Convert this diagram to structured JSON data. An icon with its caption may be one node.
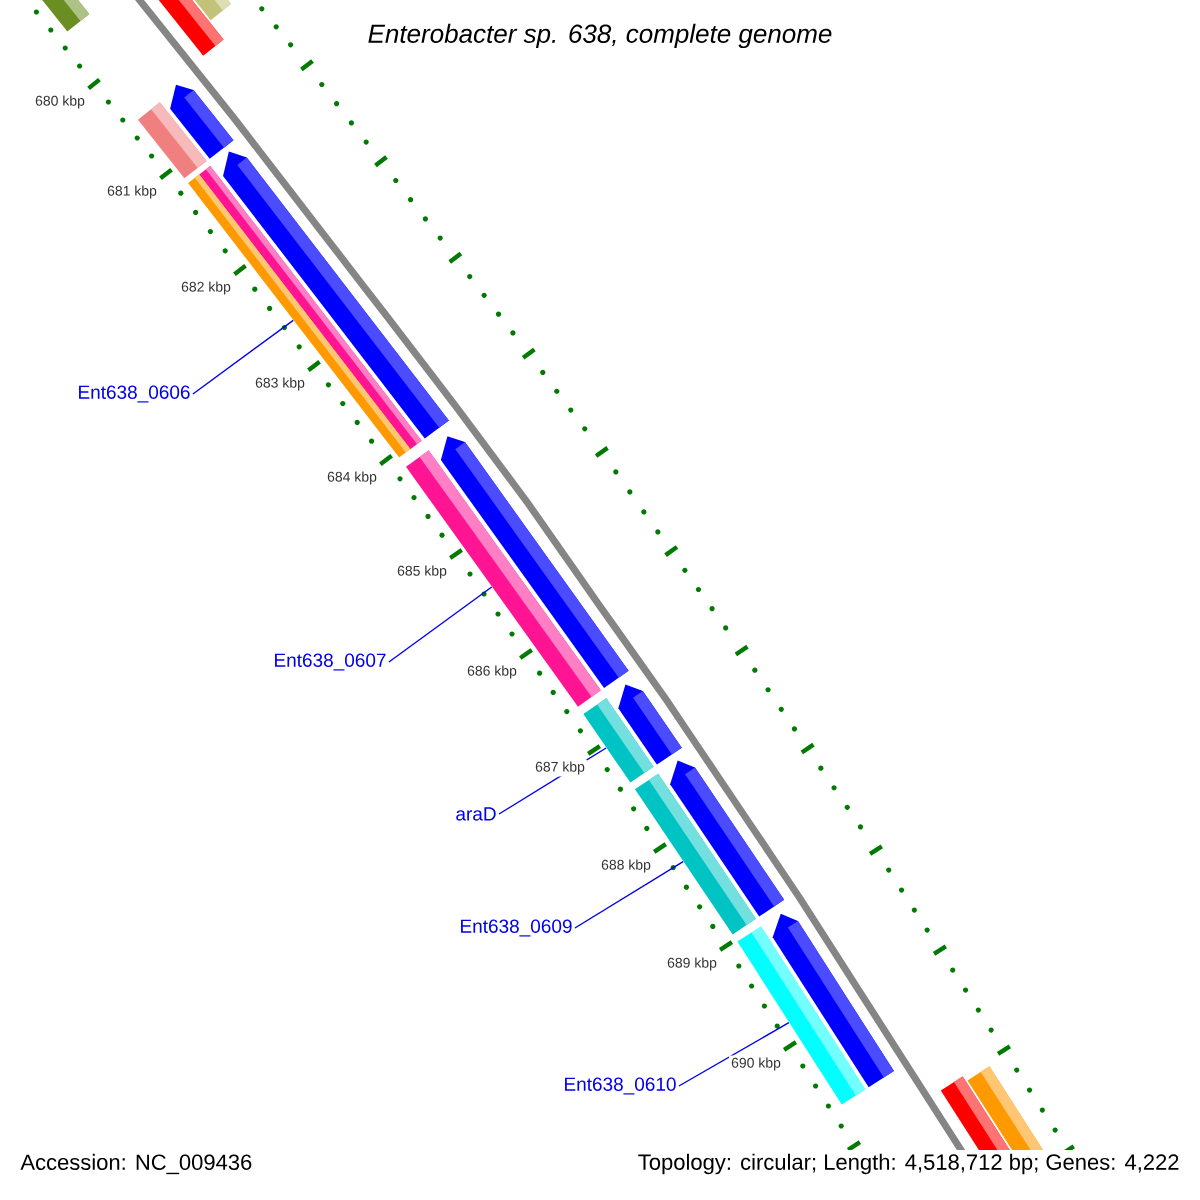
{
  "diagram": {
    "title": "Enterobacter sp. 638, complete genome",
    "nodes": [
      {
        "text": [
          "Ent638_0606"
        ]
      },
      {
        "text": [
          "Ent638_0607"
        ]
      },
      {
        "text": [
          "araD"
        ]
      },
      {
        "text": [
          "Ent638_0609"
        ]
      },
      {
        "text": [
          "Ent638_0610"
        ]
      },
      {
        "text": [],
        "shape": "bar"
      },
      {
        "text": [],
        "shape": "bar"
      },
      {
        "text": [],
        "shape": "bar"
      },
      {
        "text": [],
        "shape": "bar"
      },
      {
        "text": [],
        "shape": "bar"
      }
    ],
    "edges": [
      {
        "from": 0,
        "to": 5,
        "arrow": "none"
      },
      {
        "from": 1,
        "to": 6,
        "arrow": "none"
      },
      {
        "from": 2,
        "to": 7,
        "arrow": "none"
      },
      {
        "from": 3,
        "to": 8,
        "arrow": "none"
      },
      {
        "from": 4,
        "to": 9,
        "arrow": "none"
      }
    ],
    "labels": [
      "680 kbp",
      "681 kbp",
      "682 kbp",
      "683 kbp",
      "684 kbp",
      "685 kbp",
      "686 kbp",
      "687 kbp",
      "688 kbp",
      "689 kbp",
      "690 kbp",
      "Accession: NC_009436",
      "Topology: circular; Length: 4,518,712 bp; Genes: 4,222"
    ]
  }
}
